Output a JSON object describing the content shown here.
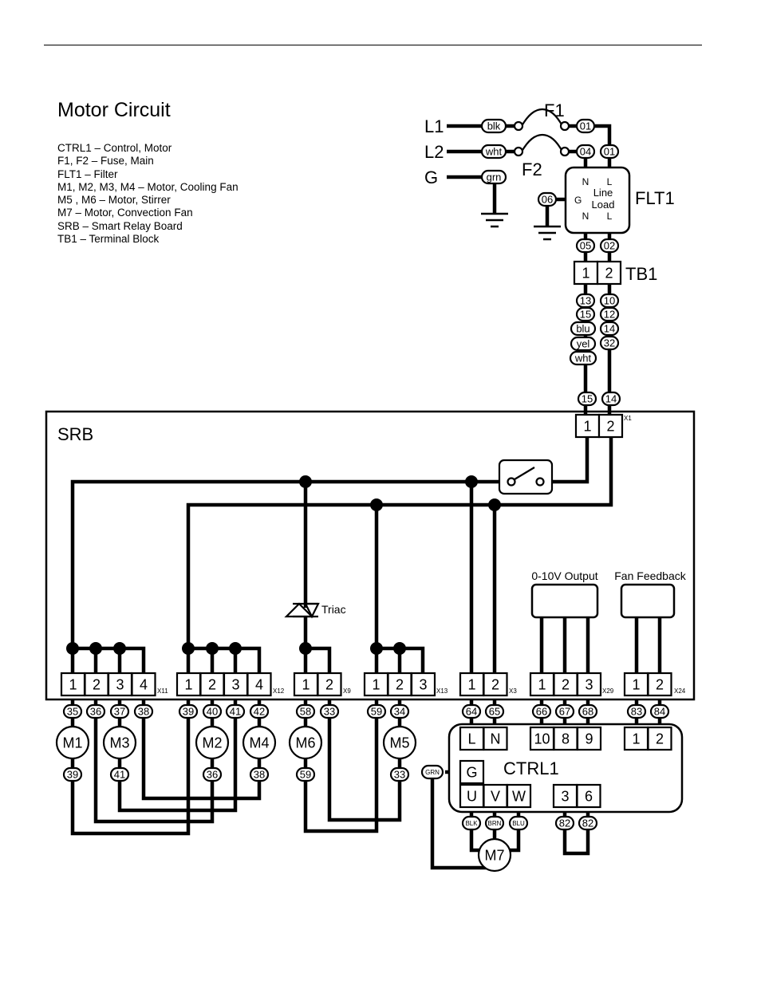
{
  "title": "Motor Circuit",
  "legend": [
    "CTRL1 – Control, Motor",
    "F1, F2 – Fuse, Main",
    "FLT1 – Filter",
    "M1, M2, M3, M4 – Motor, Cooling Fan",
    "M5 , M6 – Motor, Stirrer",
    "M7 – Motor, Convection Fan",
    "SRB – Smart Relay Board",
    "TB1 – Terminal Block"
  ],
  "labels": {
    "l1": "L1",
    "l2": "L2",
    "g": "G",
    "f1": "F1",
    "f2": "F2",
    "flt1": "FLT1",
    "tb1": "TB1",
    "srb": "SRB",
    "ctrl1": "CTRL1",
    "triac": "Triac",
    "out010": "0-10V Output",
    "fanfb": "Fan Feedback",
    "flt_n_top": "N",
    "flt_l_top": "L",
    "flt_line": "Line",
    "flt_load": "Load",
    "flt_n_bot": "N",
    "flt_l_bot": "L",
    "flt_g": "G"
  },
  "wire_tags": {
    "blk": "blk",
    "wht": "wht",
    "grn": "grn",
    "f1_out": "01",
    "flt_l_in": "01",
    "flt_n_in": "04",
    "flt_g": "06",
    "flt_n_out": "05",
    "flt_l_out": "02",
    "tb_left": [
      "13",
      "15",
      "blu",
      "yel",
      "wht"
    ],
    "tb_right": [
      "10",
      "12",
      "14",
      "32"
    ],
    "srb_in_left": "15",
    "srb_in_right": "14",
    "x11": [
      "35",
      "36",
      "37",
      "38"
    ],
    "x12": [
      "39",
      "40",
      "41",
      "42"
    ],
    "x9": [
      "58",
      "33"
    ],
    "x13": [
      "59",
      "34"
    ],
    "x3": [
      "64",
      "65"
    ],
    "x29": [
      "66",
      "67",
      "68"
    ],
    "x24": [
      "83",
      "84"
    ],
    "m1_bot": "39",
    "m3_bot": "41",
    "m2_bot": "36",
    "m4_bot": "38",
    "m6_bot": "59",
    "m5_bot": "33",
    "ctrl_g": "GRN",
    "m7_u": "BLK",
    "m7_v": "BRN",
    "m7_w": "BLU",
    "ctrl_36_a": "82",
    "ctrl_36_b": "82"
  },
  "connectors": {
    "x1": {
      "name": "X1",
      "pins": [
        "1",
        "2"
      ]
    },
    "x11": {
      "name": "X11",
      "pins": [
        "1",
        "2",
        "3",
        "4"
      ]
    },
    "x12": {
      "name": "X12",
      "pins": [
        "1",
        "2",
        "3",
        "4"
      ]
    },
    "x9": {
      "name": "X9",
      "pins": [
        "1",
        "2"
      ]
    },
    "x13": {
      "name": "X13",
      "pins": [
        "1",
        "2",
        "3"
      ]
    },
    "x3": {
      "name": "X3",
      "pins": [
        "1",
        "2"
      ]
    },
    "x29": {
      "name": "X29",
      "pins": [
        "1",
        "2",
        "3"
      ]
    },
    "x24": {
      "name": "X24",
      "pins": [
        "1",
        "2"
      ]
    },
    "tb1": {
      "pins": [
        "1",
        "2"
      ]
    },
    "ctrl_ln": [
      "L",
      "N"
    ],
    "ctrl_1089": [
      "10",
      "8",
      "9"
    ],
    "ctrl_12": [
      "1",
      "2"
    ],
    "ctrl_g": "G",
    "ctrl_uvw": [
      "U",
      "V",
      "W"
    ],
    "ctrl_36": [
      "3",
      "6"
    ]
  },
  "motors": {
    "m1": "M1",
    "m2": "M2",
    "m3": "M3",
    "m4": "M4",
    "m5": "M5",
    "m6": "M6",
    "m7": "M7"
  }
}
